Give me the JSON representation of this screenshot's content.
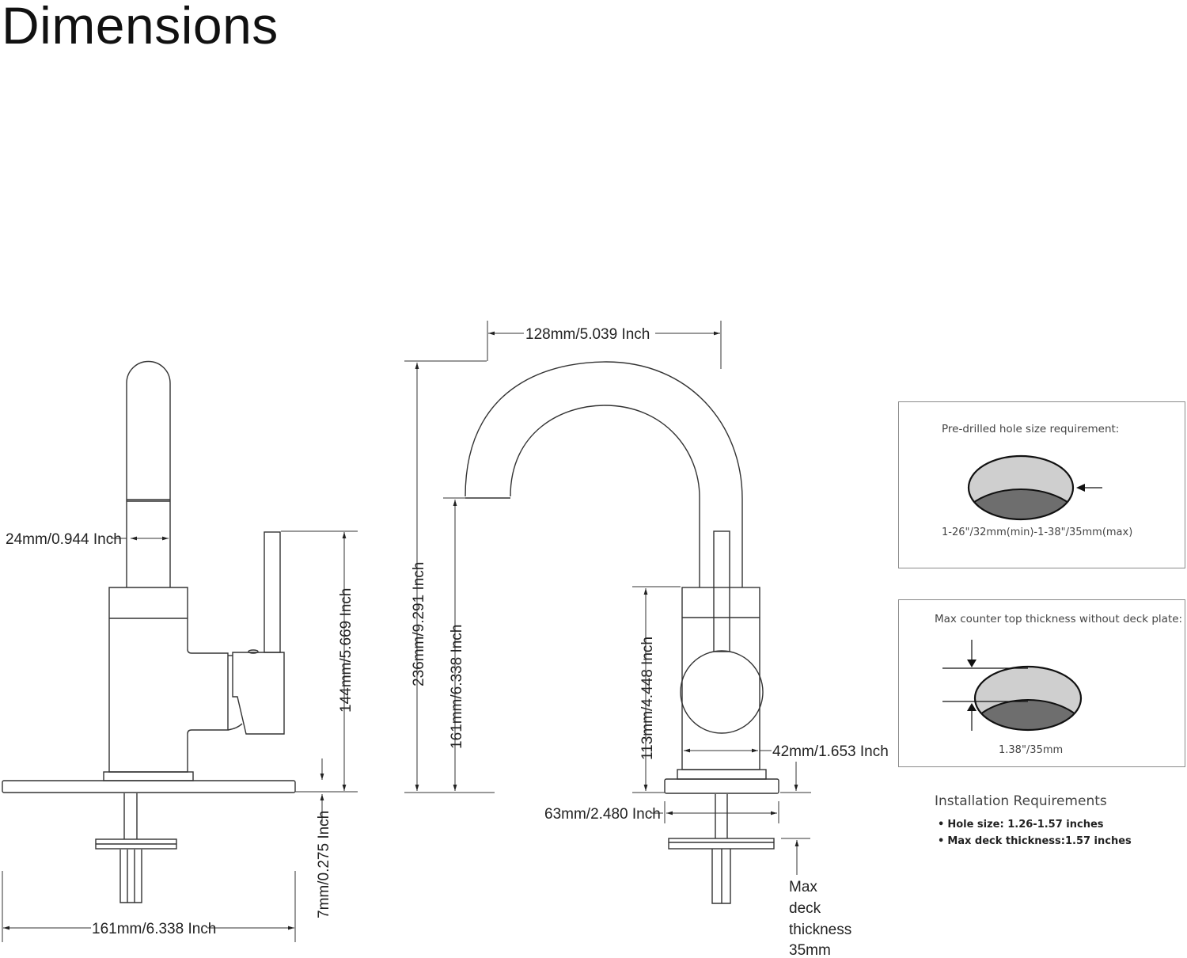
{
  "page": {
    "title": "Dimensions"
  },
  "side_view": {
    "spout_diameter": "24mm/0.944 Inch",
    "handle_height": "144mm/5.669 Inch",
    "deck_plate_thickness": "7mm/0.275 Inch",
    "deck_plate_width": "161mm/6.338 Inch"
  },
  "front_view": {
    "spout_reach": "128mm/5.039 Inch",
    "total_height": "236mm/9.291 Inch",
    "spout_outlet_height": "161mm/6.338 Inch",
    "body_height": "113mm/4.448 Inch",
    "body_diameter": "42mm/1.653 Inch",
    "base_diameter": "63mm/2.480 Inch",
    "max_deck_label": [
      "Max",
      "deck",
      "thickness",
      "35mm"
    ]
  },
  "panels": {
    "hole_size": {
      "title": "Pre-drilled hole size requirement:",
      "caption": "1-26\"/32mm(min)-1-38\"/35mm(max)"
    },
    "counter_thickness": {
      "title": "Max counter top thickness without deck plate:",
      "caption": "1.38\"/35mm"
    }
  },
  "installation": {
    "title": "Installation Requirements",
    "items": [
      {
        "bullet": "•",
        "text": "Hole size: 1.26-1.57 inches"
      },
      {
        "bullet": "•",
        "text": "Max deck thickness:1.57 inches"
      }
    ]
  },
  "colors": {
    "hole_light": "#cfcfcf",
    "hole_dark": "#6e6e6e",
    "line": "#333333",
    "panel_border": "#8a8a8a"
  }
}
